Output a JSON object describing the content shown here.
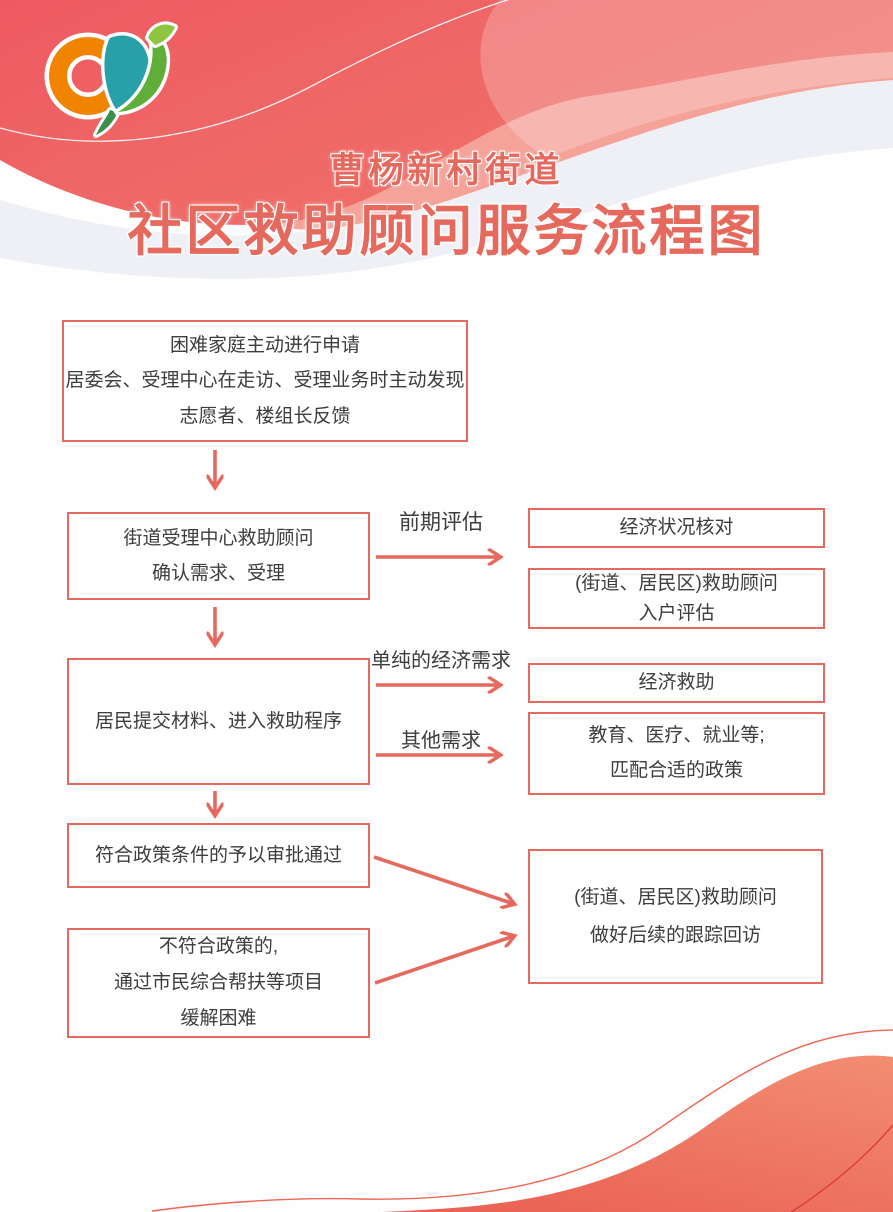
{
  "header": {
    "title_line1": "曹杨新村街道",
    "title_line2_main": "社区救助顾问服务",
    "title_line2_bold": "流程图",
    "logo": "caoyang-bird-logo"
  },
  "colors": {
    "accent_coral": "#e5695e",
    "title_coral": "#e6695d",
    "header_red": "#ee5c61",
    "header_salmon": "#f29384",
    "header_gray_wave": "#eef0f5",
    "footer_wave_dark": "#e95a50",
    "footer_wave_light": "#f28d72",
    "text": "#3d3d3d",
    "logo_orange": "#f08300",
    "logo_teal": "#27a0a8",
    "logo_green": "#5fae3a"
  },
  "flowchart": {
    "boxes": {
      "intake": {
        "lines": [
          "困难家庭主动进行申请",
          "居委会、受理中心在走访、受理业务时主动发现",
          "志愿者、楼组长反馈"
        ]
      },
      "street_center": {
        "lines": [
          "街道受理中心救助顾问",
          "确认需求、受理"
        ]
      },
      "econ_check": {
        "lines": [
          "经济状况核对"
        ]
      },
      "household_eval": {
        "lines": [
          "(街道、居民区)救助顾问",
          "入户评估"
        ]
      },
      "submit": {
        "lines": [
          "居民提交材料、进入救助程序"
        ]
      },
      "econ_assist": {
        "lines": [
          "经济救助"
        ]
      },
      "policy_match": {
        "lines": [
          "教育、医疗、就业等;",
          "匹配合适的政策"
        ]
      },
      "approved": {
        "lines": [
          "符合政策条件的予以审批通过"
        ]
      },
      "not_eligible": {
        "lines": [
          "不符合政策的,",
          "通过市民综合帮扶等项目",
          "缓解困难"
        ]
      },
      "follow_up": {
        "lines": [
          "(街道、居民区)救助顾问",
          "做好后续的跟踪回访"
        ]
      }
    },
    "labels": {
      "pre_assessment": "前期评估",
      "pure_economic": "单纯的经济需求",
      "other_needs": "其他需求"
    }
  }
}
